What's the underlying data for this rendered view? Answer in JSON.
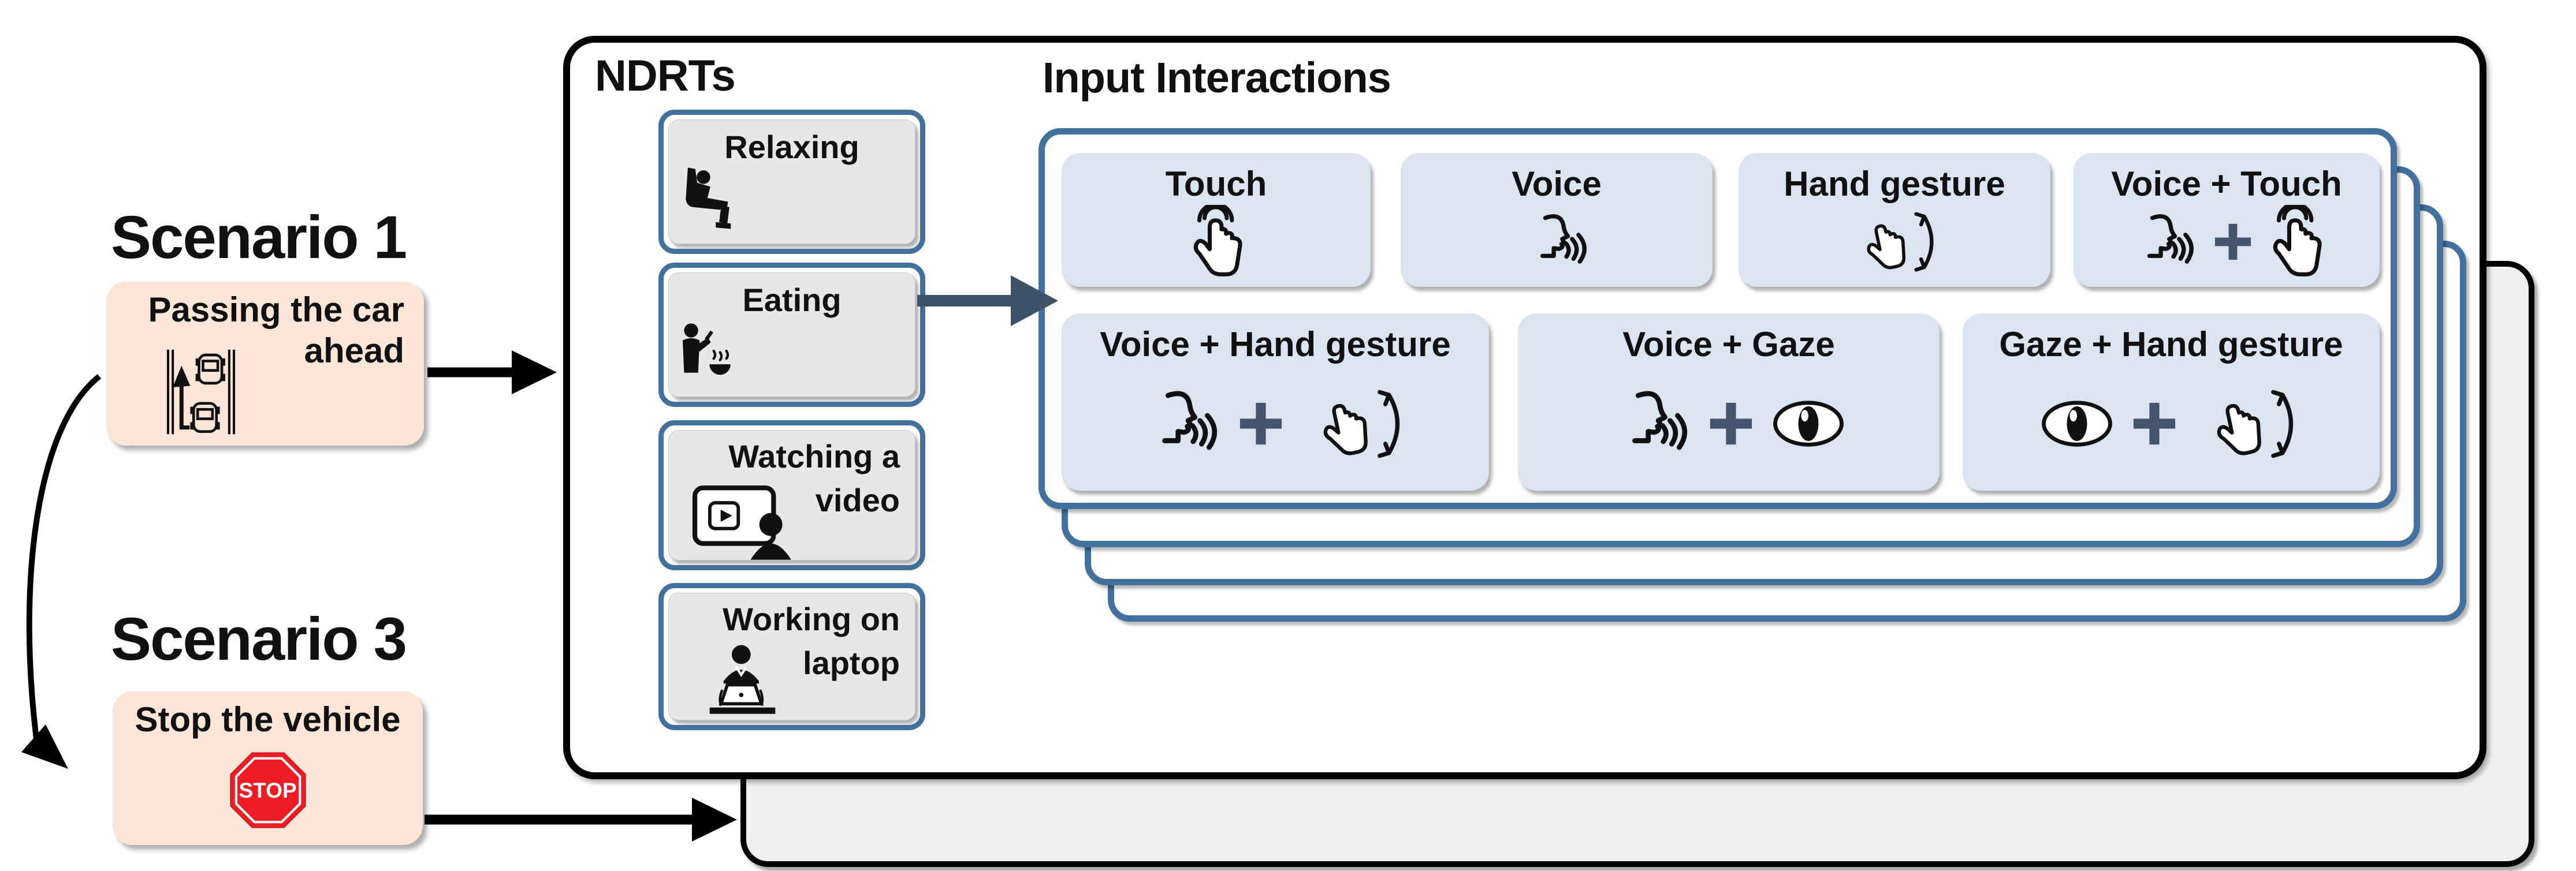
{
  "scenario1": {
    "title": "Scenario 1",
    "label": "Passing the car ahead",
    "line1": "Passing the car",
    "line2": "ahead",
    "icon": "overtaking-cars-icon"
  },
  "scenario3": {
    "title": "Scenario 3",
    "label": "Stop the vehicle",
    "stop_sign_text": "STOP",
    "icon": "stop-sign-icon"
  },
  "ndrt": {
    "title": "NDRTs",
    "items": [
      {
        "label": "Relaxing",
        "line1": "Relaxing",
        "line2": "",
        "icon": "relaxing-person-icon"
      },
      {
        "label": "Eating",
        "line1": "Eating",
        "line2": "",
        "icon": "eating-person-icon"
      },
      {
        "label": "Watching a video",
        "line1": "Watching a",
        "line2": "video",
        "icon": "watching-video-icon"
      },
      {
        "label": "Working on laptop",
        "line1": "Working on",
        "line2": "laptop",
        "icon": "working-on-laptop-icon"
      }
    ]
  },
  "interactions": {
    "title": "Input Interactions",
    "row1": [
      {
        "label": "Touch",
        "icons": [
          "touch-icon"
        ]
      },
      {
        "label": "Voice",
        "icons": [
          "voice-icon"
        ]
      },
      {
        "label": "Hand gesture",
        "icons": [
          "hand-gesture-icon"
        ]
      },
      {
        "label": "Voice + Touch",
        "icons": [
          "voice-icon",
          "plus-icon",
          "touch-icon"
        ]
      }
    ],
    "row2": [
      {
        "label": "Voice + Hand gesture",
        "icons": [
          "voice-icon",
          "plus-icon",
          "hand-gesture-icon"
        ]
      },
      {
        "label": "Voice + Gaze",
        "icons": [
          "voice-icon",
          "plus-icon",
          "gaze-icon"
        ]
      },
      {
        "label": "Gaze + Hand gesture",
        "icons": [
          "gaze-icon",
          "plus-icon",
          "hand-gesture-icon"
        ]
      }
    ]
  },
  "colors": {
    "accent_border_blue": "#41719c",
    "interaction_card_blue": "#dbe5f1",
    "ndrt_card_gray": "#e8e7e7",
    "scenario_peach": "#fbe5d6",
    "plus_slate": "#44546a",
    "ndrt_arrow_slate": "#3f5368",
    "stop_sign_red": "#ee1c25",
    "back_panel_gray": "#f0f0f0"
  }
}
